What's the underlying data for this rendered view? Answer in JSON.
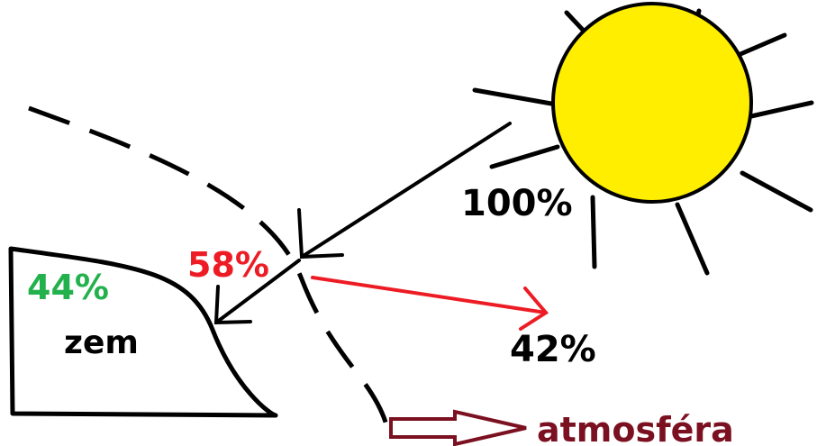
{
  "labels": {
    "sun_percent": "100%",
    "earth_absorbed_percent": "44%",
    "transmitted_percent": "58%",
    "reflected_percent": "42%",
    "earth_label": "zem",
    "atmosphere_label": "atmosféra"
  },
  "colors": {
    "sun_fill": "#ffee00",
    "outline": "#000000",
    "earth_absorbed": "#22b14c",
    "transmitted": "#ed1c24",
    "reflected_arrow": "#ed1c24",
    "atmosphere": "#7b1020"
  },
  "icons": {
    "sun": "sun-icon",
    "atmosphere_pointer": "hollow-right-arrow-icon"
  }
}
